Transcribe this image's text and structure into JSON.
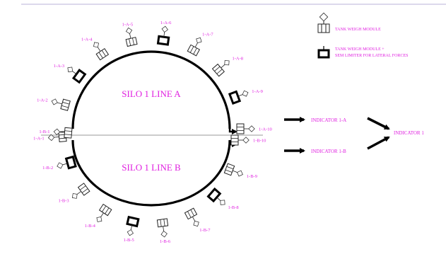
{
  "colors": {
    "label": "#e020e0",
    "line": "#000000",
    "rule": "#b8b0d8",
    "divider": "#9a9a9a",
    "module": "#222222"
  },
  "legend": {
    "weigh_module_label": "TANK WEIGH MODULE",
    "weigh_limiter_label_line1": "TANK WEIGH MODULE +",
    "weigh_limiter_label_line2": "SEM LIMITER FOR LATERAL FORCES"
  },
  "silo": {
    "line_a_title": "SILO 1 LINE A",
    "line_b_title": "SILO 1 LINE B"
  },
  "indicators": {
    "a": "INDICATOR 1-A",
    "b": "INDICATOR 1-B",
    "total": "INDICATOR 1"
  },
  "modules_a": [
    {
      "label": "1-A-1",
      "type": "weigh"
    },
    {
      "label": "1-A-2",
      "type": "weigh"
    },
    {
      "label": "1-A-3",
      "type": "limiter"
    },
    {
      "label": "1-A-4",
      "type": "weigh"
    },
    {
      "label": "1-A-5",
      "type": "weigh"
    },
    {
      "label": "1-A-6",
      "type": "limiter"
    },
    {
      "label": "1-A-7",
      "type": "weigh"
    },
    {
      "label": "1-A-8",
      "type": "weigh"
    },
    {
      "label": "1-A-9",
      "type": "limiter"
    },
    {
      "label": "1-A-10",
      "type": "weigh"
    }
  ],
  "modules_b": [
    {
      "label": "1-B-1",
      "type": "weigh"
    },
    {
      "label": "1-B-2",
      "type": "limiter"
    },
    {
      "label": "1-B-3",
      "type": "weigh"
    },
    {
      "label": "1-B-4",
      "type": "weigh"
    },
    {
      "label": "1-B-5",
      "type": "limiter"
    },
    {
      "label": "1-B-6",
      "type": "weigh"
    },
    {
      "label": "1-B-7",
      "type": "weigh"
    },
    {
      "label": "1-B-8",
      "type": "limiter"
    },
    {
      "label": "1-B-9",
      "type": "weigh"
    },
    {
      "label": "1-B-10",
      "type": "weigh"
    }
  ]
}
